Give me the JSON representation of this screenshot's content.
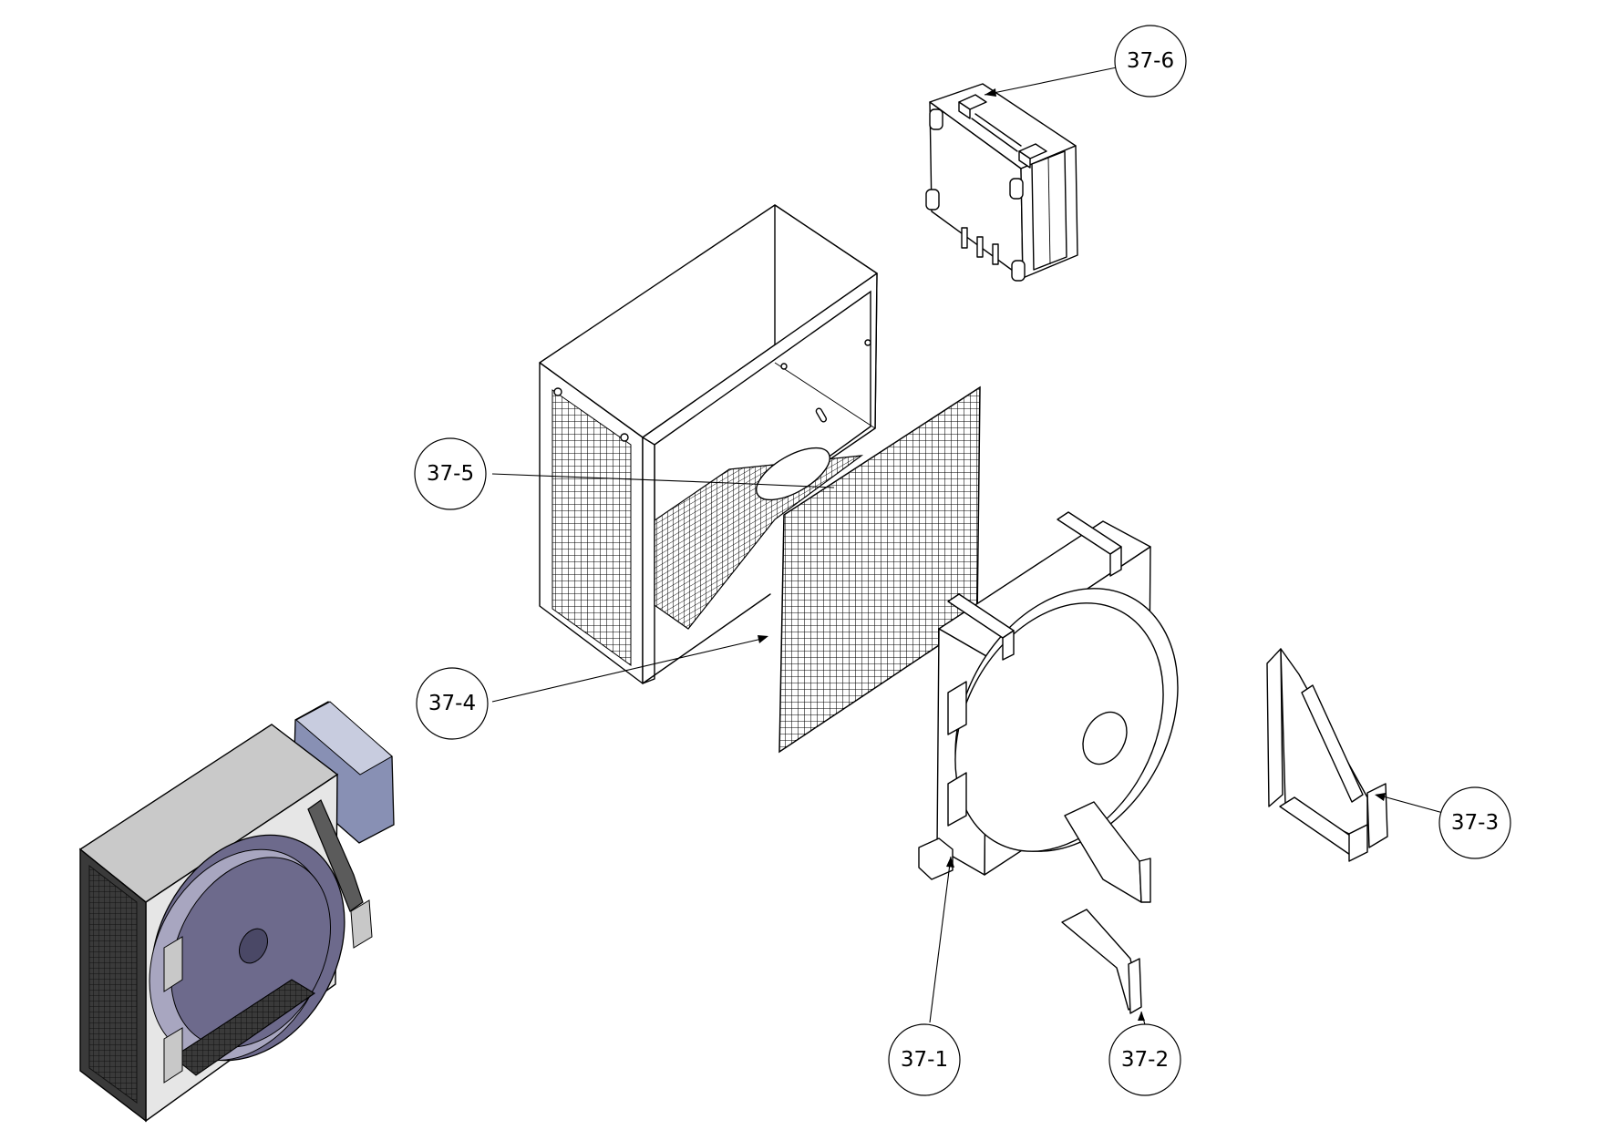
{
  "callouts": [
    {
      "id": "c376",
      "label": "37-6"
    },
    {
      "id": "c375",
      "label": "37-5"
    },
    {
      "id": "c374",
      "label": "37-4"
    },
    {
      "id": "c373",
      "label": "37-3"
    },
    {
      "id": "c371",
      "label": "37-1"
    },
    {
      "id": "c372",
      "label": "37-2"
    }
  ],
  "colors": {
    "line": "#000000",
    "shaded_top": "#bdbdbd",
    "shaded_side": "#7a7a7a",
    "disk": "#6d6a8c",
    "dark_side": "#2a2a2a",
    "motor": "#9aa0c4"
  },
  "parts": [
    "motor-unit",
    "enclosure-box",
    "mesh-grille",
    "fan-housing",
    "wall-bracket",
    "mounting-bracket",
    "connector",
    "assembled-unit"
  ]
}
